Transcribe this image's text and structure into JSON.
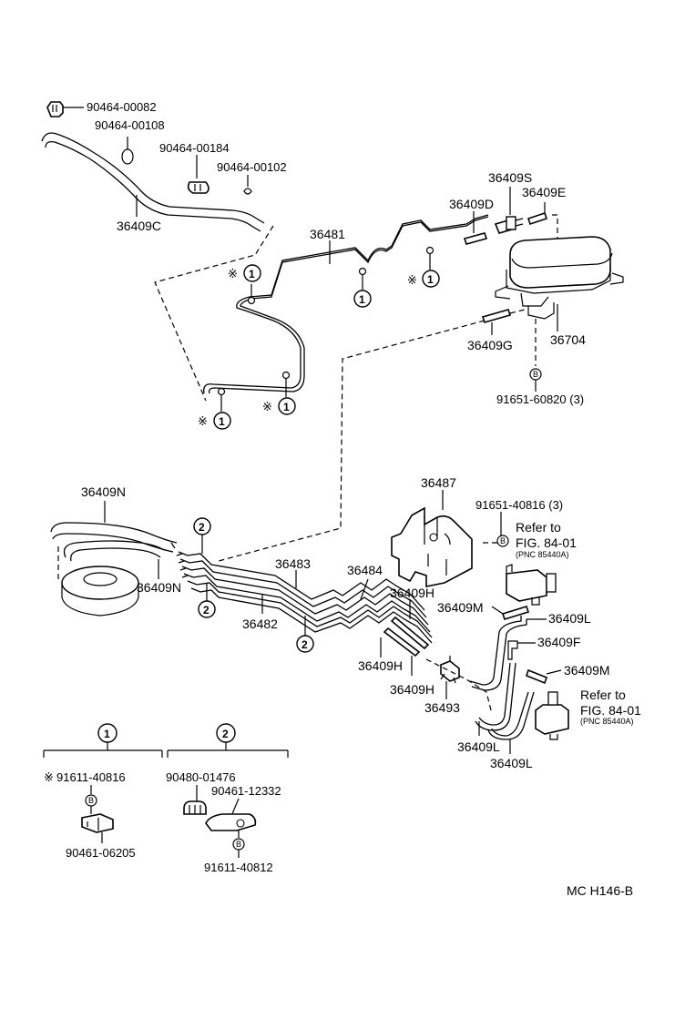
{
  "labels": {
    "p90464_00082": "90464-00082",
    "p90464_00108": "90464-00108",
    "p90464_00184": "90464-00184",
    "p90464_00102": "90464-00102",
    "p36409C": "36409C",
    "p36481": "36481",
    "p36409S": "36409S",
    "p36409D": "36409D",
    "p36409E": "36409E",
    "p36409G": "36409G",
    "p36704": "36704",
    "p91651_60820": "91651-60820 (3)",
    "p36409N_top": "36409N",
    "p36409N_bot": "36409N",
    "p36483": "36483",
    "p36482": "36482",
    "p36484": "36484",
    "p36487": "36487",
    "p91651_40816": "91651-40816 (3)",
    "refer1": "Refer to",
    "fig1": "FIG. 84-01",
    "pnc1": "(PNC 85440A)",
    "p36409H_a": "36409H",
    "p36409H_b": "36409H",
    "p36409H_c": "36409H",
    "p36409M_a": "36409M",
    "p36409L_a": "36409L",
    "p36409F": "36409F",
    "p36409M_b": "36409M",
    "p36493": "36493",
    "refer2": "Refer to",
    "fig2": "FIG. 84-01",
    "pnc2": "(PNC 85440A)",
    "p36409L_b": "36409L",
    "p36409L_c": "36409L",
    "g1_part": "91611-40816",
    "g1_bottom": "90461-06205",
    "g2_a": "90480-01476",
    "g2_b": "90461-12332",
    "g2_c": "91611-40812",
    "code": "MC H146-B"
  },
  "markers": {
    "one": "1",
    "two": "2",
    "b": "B",
    "star": "※"
  },
  "icons": {
    "circled_number": "circled-number-icon",
    "circled_b": "circled-b-icon"
  }
}
